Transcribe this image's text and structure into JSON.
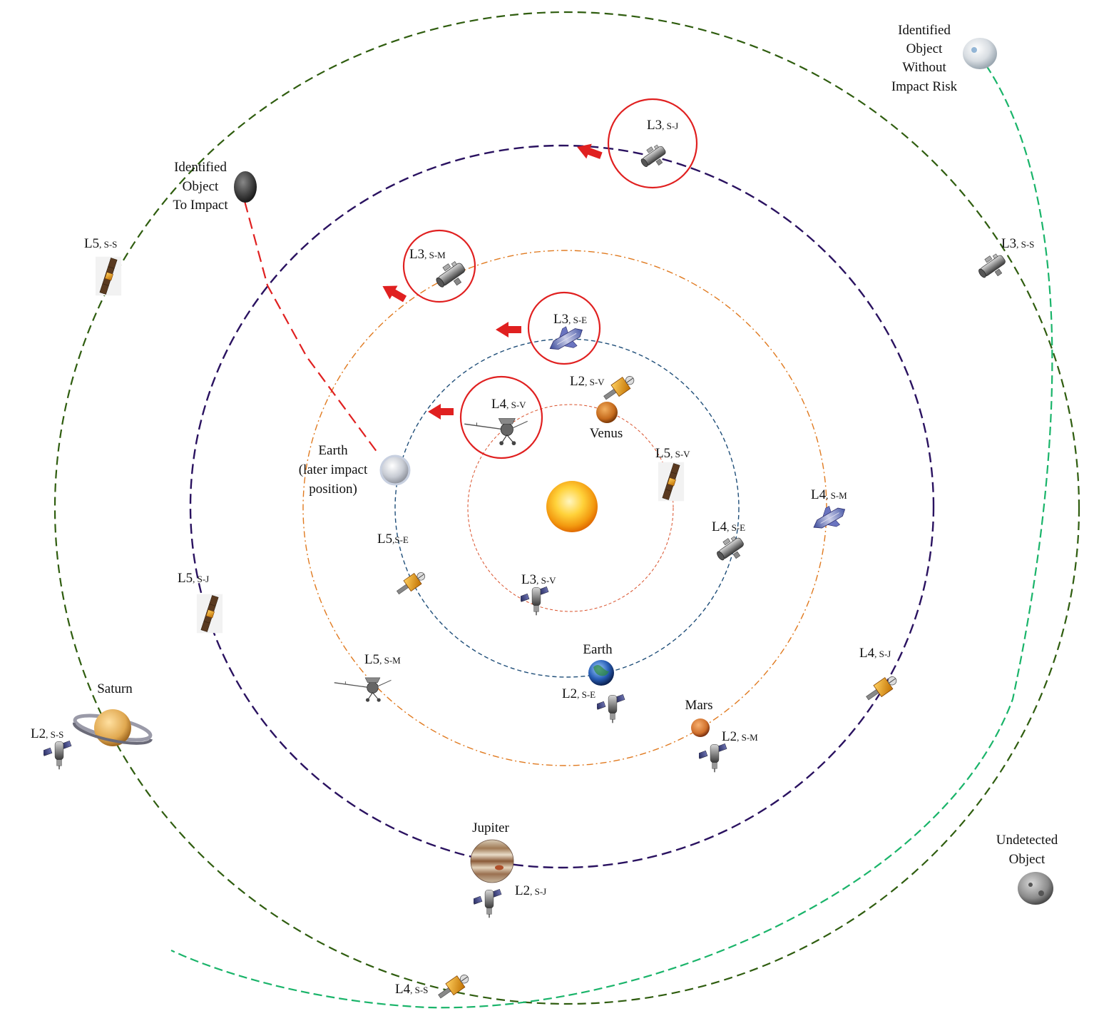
{
  "colors": {
    "saturn_orbit": "#2f5d0f",
    "jupiter_orbit": "#2a1260",
    "mars_orbit": "#e07a20",
    "earth_orbit": "#1f4e79",
    "venus_orbit": "#d9502a",
    "impact_path": "#e02020",
    "safe_path": "#1ab46a",
    "highlight": "#e02020"
  },
  "labels": {
    "identified_impact": [
      "Identified",
      "Object",
      "To Impact"
    ],
    "identified_safe": [
      "Identified",
      "Object",
      "Without",
      "Impact Risk"
    ],
    "undetected": [
      "Undetected",
      "Object"
    ],
    "earth_later": [
      "Earth",
      "(later impact",
      "position)"
    ],
    "venus": "Venus",
    "earth": "Earth",
    "mars": "Mars",
    "jupiter": "Jupiter",
    "saturn": "Saturn"
  },
  "lagrange_points": [
    {
      "id": "l3-sj",
      "main": "L3",
      "sub": ", S-J",
      "highlighted": true,
      "icon": "telescope"
    },
    {
      "id": "l3-sm",
      "main": "L3",
      "sub": ", S-M",
      "highlighted": true,
      "icon": "telescope"
    },
    {
      "id": "l3-se",
      "main": "L3",
      "sub": ", S-E",
      "highlighted": true,
      "icon": "shuttle"
    },
    {
      "id": "l4-sv",
      "main": "L4",
      "sub": ", S-V",
      "highlighted": true,
      "icon": "probe"
    },
    {
      "id": "l5-ss",
      "main": "L5",
      "sub": ", S-S",
      "highlighted": false,
      "icon": "solar-panel"
    },
    {
      "id": "l3-ss",
      "main": "L3",
      "sub": ", S-S",
      "highlighted": false,
      "icon": "telescope"
    },
    {
      "id": "l2-sv",
      "main": "L2",
      "sub": ", S-V",
      "highlighted": false,
      "icon": "gold-sat"
    },
    {
      "id": "l5-sv",
      "main": "L5",
      "sub": ", S-V",
      "highlighted": false,
      "icon": "solar-panel"
    },
    {
      "id": "l4-sm",
      "main": "L4",
      "sub": ", S-M",
      "highlighted": false,
      "icon": "shuttle"
    },
    {
      "id": "l4-se",
      "main": "L4",
      "sub": ", S-E",
      "highlighted": false,
      "icon": "telescope"
    },
    {
      "id": "l5-se",
      "main": "L5",
      "sub": ",S-E",
      "highlighted": false,
      "icon": "gold-sat"
    },
    {
      "id": "l3-sv",
      "main": "L3",
      "sub": ", S-V",
      "highlighted": false,
      "icon": "hubble"
    },
    {
      "id": "l5-sj",
      "main": "L5",
      "sub": ", S-J",
      "highlighted": false,
      "icon": "solar-panel"
    },
    {
      "id": "l5-sm",
      "main": "L5",
      "sub": ", S-M",
      "highlighted": false,
      "icon": "probe"
    },
    {
      "id": "l2-se",
      "main": "L2",
      "sub": ", S-E",
      "highlighted": false,
      "icon": "hubble"
    },
    {
      "id": "l2-sm",
      "main": "L2",
      "sub": ", S-M",
      "highlighted": false,
      "icon": "hubble"
    },
    {
      "id": "l4-sj",
      "main": "L4",
      "sub": ", S-J",
      "highlighted": false,
      "icon": "gold-sat"
    },
    {
      "id": "l2-ss",
      "main": "L2",
      "sub": ", S-S",
      "highlighted": false,
      "icon": "hubble"
    },
    {
      "id": "l2-sj",
      "main": "L2",
      "sub": ", S-J",
      "highlighted": false,
      "icon": "hubble"
    },
    {
      "id": "l4-ss",
      "main": "L4",
      "sub": ", S-S",
      "highlighted": false,
      "icon": "gold-sat"
    }
  ]
}
